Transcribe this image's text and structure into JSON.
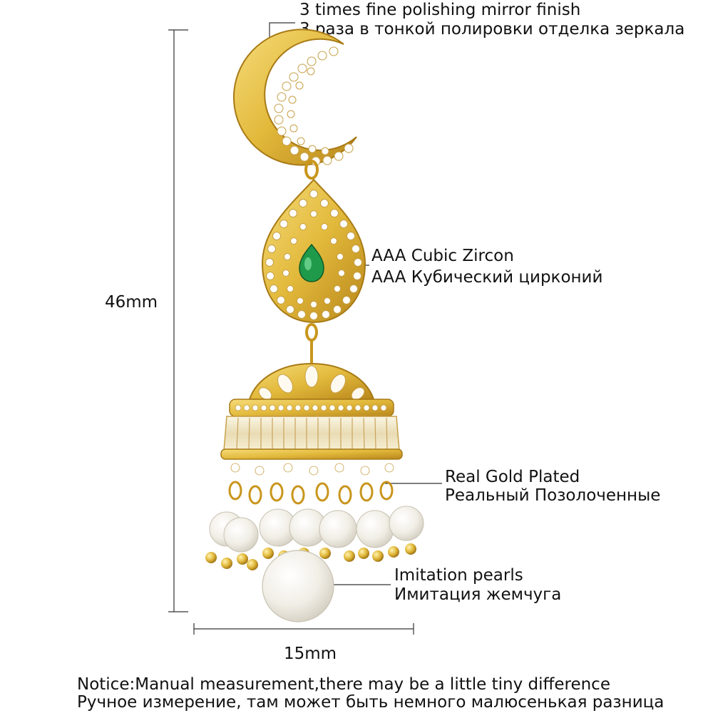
{
  "annotations": {
    "finish": {
      "en": "3 times fine polishing mirror finish",
      "ru": "3 раза в тонкой полировки отделка зеркала"
    },
    "zircon": {
      "en": "AAA Cubic Zircon",
      "ru": "AAA Кубический цирконий"
    },
    "gold": {
      "en": "Real Gold Plated",
      "ru": "Реальный Позолоченные"
    },
    "pearls": {
      "en": "Imitation pearls",
      "ru": "Имитация жемчуга"
    }
  },
  "dimensions": {
    "height": "46mm",
    "width": "15mm"
  },
  "notice": {
    "en": "Notice:Manual measurement,there may be a little tiny difference",
    "ru": "Ручное измерение, там может быть немного малюсенькая разница"
  },
  "colors": {
    "gold": "#e2b93b",
    "gold_dark": "#b8861b",
    "gold_light": "#f6dc7a",
    "emerald": "#1f9a4a",
    "pearl": "#f4f1ea"
  }
}
